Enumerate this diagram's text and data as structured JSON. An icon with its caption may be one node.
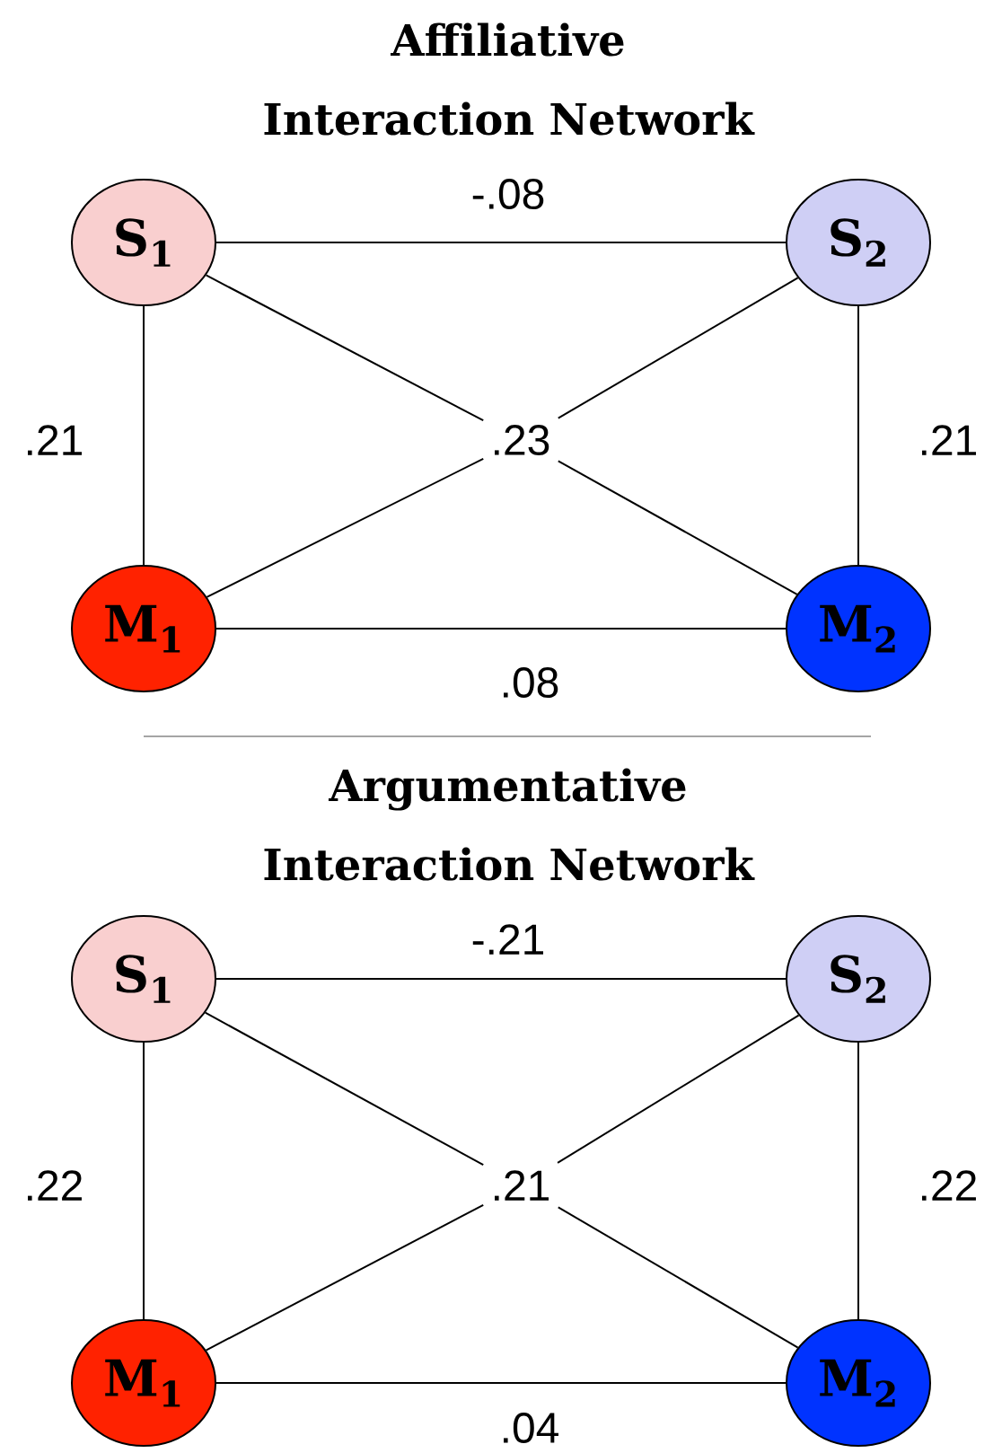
{
  "diagram": {
    "nodes": [
      {
        "text": [
          "S$_{1}$"
        ]
      },
      {
        "text": [
          "S$_{2}$"
        ]
      },
      {
        "text": [
          ".23"
        ]
      },
      {
        "text": [
          "M$_{1}$"
        ]
      },
      {
        "text": [
          "M$_{2}$"
        ]
      },
      {
        "text": [
          "S$_{1}$"
        ]
      },
      {
        "text": [
          "S$_{2}$"
        ]
      },
      {
        "text": [
          ".21"
        ]
      },
      {
        "text": [
          "M$_{1}$"
        ]
      },
      {
        "text": [
          "M$_{2}$"
        ]
      }
    ],
    "edges": [
      {
        "from": 0,
        "to": 1,
        "arrow": "none",
        "label": "-.08"
      },
      {
        "from": 0,
        "to": 3,
        "arrow": "none",
        "label": ".21"
      },
      {
        "from": 1,
        "to": 4,
        "arrow": "none",
        "label": ".21"
      },
      {
        "from": 0,
        "to": 2,
        "arrow": "none"
      },
      {
        "from": 1,
        "to": 2,
        "arrow": "none"
      },
      {
        "from": 3,
        "to": 2,
        "arrow": "none"
      },
      {
        "from": 4,
        "to": 2,
        "arrow": "none"
      },
      {
        "from": 3,
        "to": 4,
        "arrow": "none",
        "label": ".08"
      },
      {
        "from": 5,
        "to": 6,
        "arrow": "none",
        "label": "-.21"
      },
      {
        "from": 5,
        "to": 8,
        "arrow": "none",
        "label": ".22"
      },
      {
        "from": 6,
        "to": 9,
        "arrow": "none",
        "label": ".22"
      },
      {
        "from": 5,
        "to": 7,
        "arrow": "none"
      },
      {
        "from": 6,
        "to": 7,
        "arrow": "none"
      },
      {
        "from": 8,
        "to": 7,
        "arrow": "none"
      },
      {
        "from": 9,
        "to": 7,
        "arrow": "none"
      },
      {
        "from": 8,
        "to": 9,
        "arrow": "none",
        "label": ".04"
      }
    ],
    "labels": [
      "Affiliative Interaction Network",
      "Argumentative Interaction Network"
    ]
  }
}
